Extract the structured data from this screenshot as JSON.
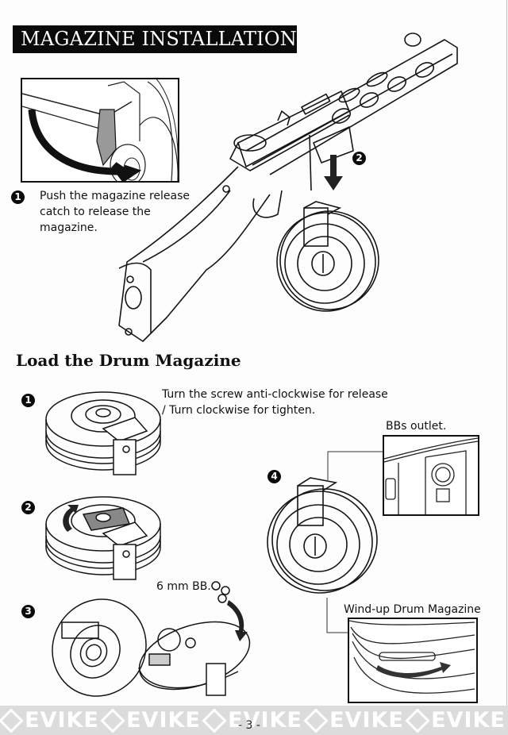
{
  "page": {
    "title": "MAGAZINE INSTALLATION",
    "page_number": "- 3 -",
    "watermark": {
      "brand": "EVIKE",
      "repeat": 5
    }
  },
  "installation": {
    "steps": [
      {
        "number": "1",
        "text_lines": [
          "Push the magazine release",
          "catch to release the",
          "magazine."
        ],
        "illustration": "magazine-release-catch-closeup"
      },
      {
        "number": "2",
        "text_lines": [],
        "illustration": "drum-magazine-drop-down-arrow"
      }
    ]
  },
  "loading": {
    "heading": "Load the Drum Magazine",
    "steps": [
      {
        "number": "1",
        "text_lines": [
          "Turn the screw anti-clockwise for release",
          "/ Turn clockwise for tighten."
        ],
        "illustration": "drum-magazine-screw"
      },
      {
        "number": "2",
        "text_lines": [],
        "illustration": "drum-magazine-rotate-cover"
      },
      {
        "number": "3",
        "text_lines": [],
        "label": "6 mm BB.",
        "illustration": "drum-magazine-open-load-bbs"
      },
      {
        "number": "4",
        "text_lines": [],
        "illustration": "drum-magazine-assembled"
      }
    ],
    "callouts": {
      "bbs_outlet": "BBs outlet.",
      "wind_up": "Wind-up Drum Magazine"
    }
  }
}
